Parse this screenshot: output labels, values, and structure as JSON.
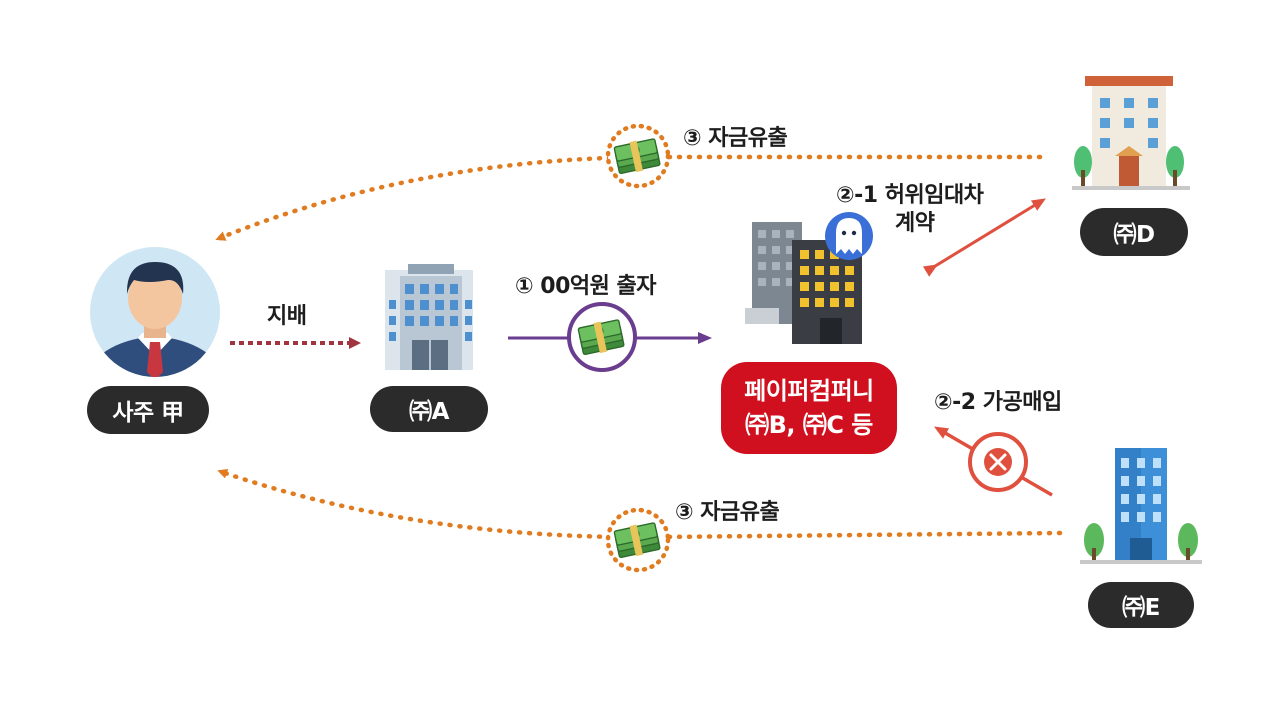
{
  "nodes": {
    "owner": "사주 甲",
    "company_a": "㈜A",
    "paper_company": {
      "line1": "페이퍼컴퍼니",
      "line2": "㈜B, ㈜C 등"
    },
    "company_d": "㈜D",
    "company_e": "㈜E"
  },
  "flows": {
    "control": "지배",
    "investment": "① 00억원 출자",
    "fake_lease": {
      "line1": "②-1 허위임대차",
      "line2": "계약"
    },
    "fictitious_purchase": "②-2 가공매입",
    "outflow_top": "③ 자금유출",
    "outflow_bottom": "③ 자금유출"
  },
  "colors": {
    "outflow_arrow": "#e07b1f",
    "control_arrow": "#a0343f",
    "investment_arrow": "#6a3d8f",
    "lease_arrow": "#e0503f",
    "label_dark": "#2b2b2b",
    "paper_red": "#d0101e"
  },
  "icons": [
    "businessman-icon",
    "office-building-icon",
    "paper-company-building-icon",
    "ghost-icon",
    "apartment-building-icon",
    "tower-building-icon",
    "money-stack-icon",
    "block-x-icon"
  ]
}
